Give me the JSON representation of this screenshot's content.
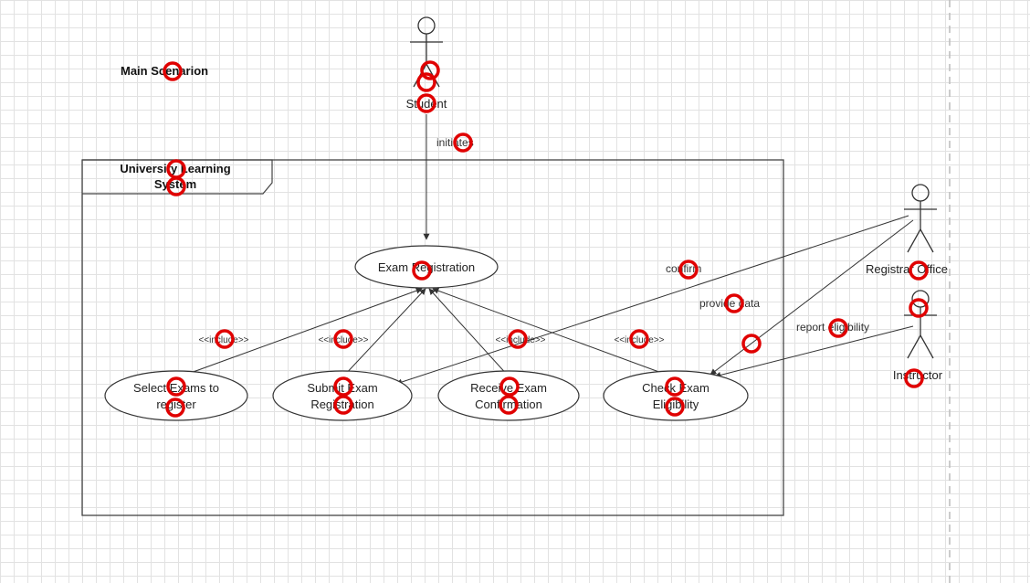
{
  "diagram": {
    "main_scenario_label": "Main Scenarion",
    "system": {
      "title_line1": "University Learning",
      "title_line2": "System"
    },
    "actors": {
      "student": "Student",
      "registrar": "Registrar Office",
      "instructor": "Instructor"
    },
    "use_cases": {
      "exam_registration": "Exam Registration",
      "select_exams": {
        "line1": "Select Exams to",
        "line2": "register"
      },
      "submit_registration": {
        "line1": "Submit Exam",
        "line2": "Registration"
      },
      "receive_confirmation": {
        "line1": "Receive Exam",
        "line2": "Confirmation"
      },
      "check_eligibility": {
        "line1": "Check Exam",
        "line2": "Eligibility"
      }
    },
    "relations": {
      "initiates": "initiates",
      "confirm": "confirm",
      "provide_data": "provide data",
      "report_eligibility": "report eligibility",
      "stereotype_1": "<<include>>",
      "stereotype_2": "<<include>>",
      "stereotype_3": "<<include>>",
      "stereotype_4": "<<include>>"
    },
    "colors": {
      "line": "#333333",
      "grid": "#e2e2e2",
      "marker": "#e00000",
      "dashed_divider": "#bbbbbb"
    }
  }
}
